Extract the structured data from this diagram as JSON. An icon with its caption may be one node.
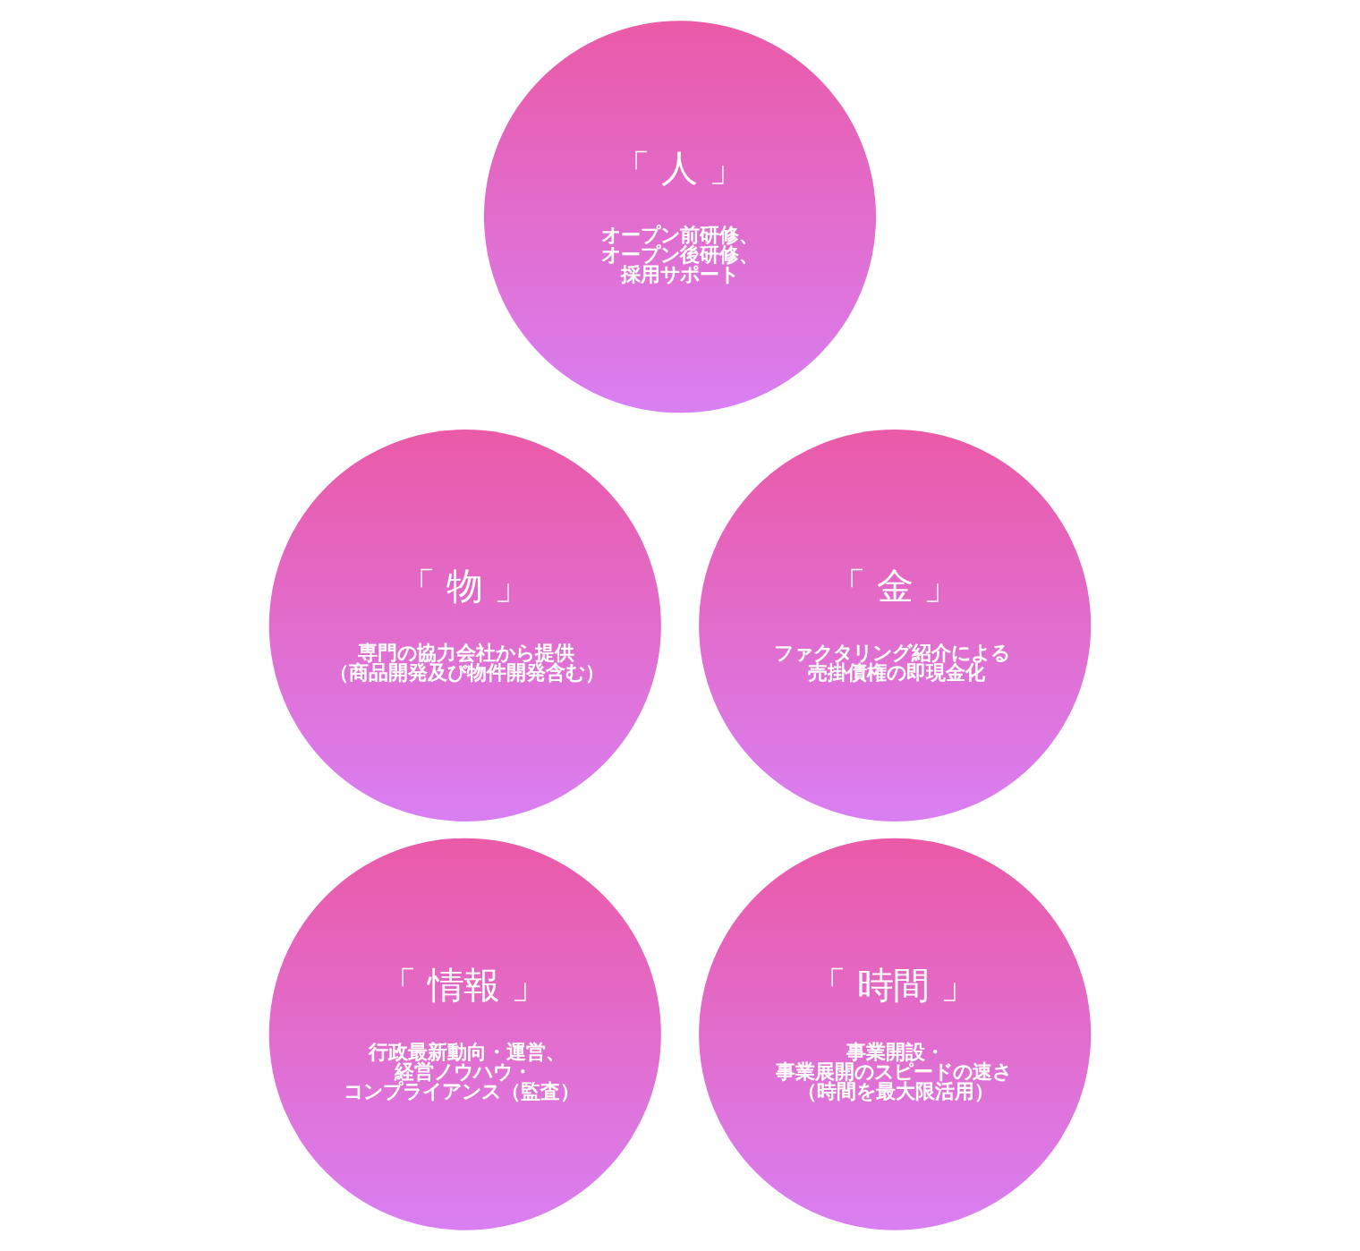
{
  "diagram": {
    "nodes": [
      {
        "text": [
          "「 人 」",
          "オープン前研修、オープン後研修、採用サポート"
        ]
      },
      {
        "text": [
          "「 物 」",
          "専門の協力会社から提供（商品開発及び物件開発含む）"
        ]
      },
      {
        "text": [
          "「 金 」",
          "ファクタリング紹介による売掛債権の即現金化"
        ]
      },
      {
        "text": [
          "「 情報 」",
          "行政最新動向・運営、経営ノウハウ・コンプライアンス（監査）"
        ]
      },
      {
        "text": [
          "「 時間 」",
          "事業開設・事業展開のスピードの速さ（時間を最大限活用）"
        ]
      }
    ],
    "edges": []
  }
}
